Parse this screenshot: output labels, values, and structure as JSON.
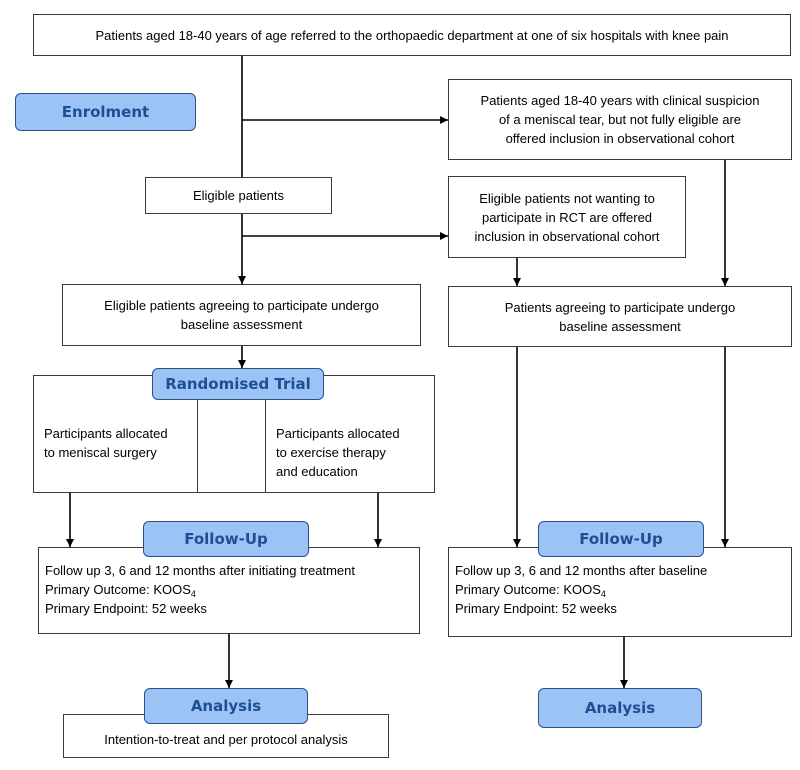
{
  "boxes": {
    "referred": "Patients aged 18-40 years of age referred to the orthopaedic department at one of six hospitals with knee pain",
    "suspicion": [
      "Patients aged 18-40 years with clinical suspicion",
      "of a meniscal tear, but not fully eligible are",
      "offered inclusion in observational cohort"
    ],
    "eligible": "Eligible patients",
    "not_wanting": [
      "Eligible patients not wanting to",
      "participate in RCT are offered",
      "inclusion in observational cohort"
    ],
    "baseline_rct": [
      "Eligible patients agreeing to participate undergo",
      "baseline assessment"
    ],
    "baseline_obs": [
      "Patients agreeing to participate undergo",
      "baseline assessment"
    ],
    "surgery": [
      "Participants allocated",
      "to meniscal surgery"
    ],
    "exercise": [
      "Participants allocated",
      "to exercise therapy",
      "and education"
    ],
    "followup_rct": {
      "line1": "Follow up 3, 6 and 12 months after initiating treatment",
      "line2_prefix": "Primary Outcome: KOOS",
      "line2_sub": "4",
      "line3": "Primary Endpoint: 52 weeks"
    },
    "followup_obs": {
      "line1": "Follow up 3, 6 and 12 months after baseline",
      "line2_prefix": "Primary Outcome: KOOS",
      "line2_sub": "4",
      "line3": "Primary Endpoint: 52 weeks"
    },
    "analysis_rct": "Intention-to-treat and per protocol analysis"
  },
  "labels": {
    "enrolment": "Enrolment",
    "randomised_trial": "Randomised Trial",
    "followup_left": "Follow-Up",
    "followup_right": "Follow-Up",
    "analysis_left": "Analysis",
    "analysis_right": "Analysis"
  },
  "colors": {
    "label_fill": "#9cc3f5",
    "label_text": "#1f4f93",
    "border": "#3a3a3a",
    "arrow": "#000000"
  }
}
